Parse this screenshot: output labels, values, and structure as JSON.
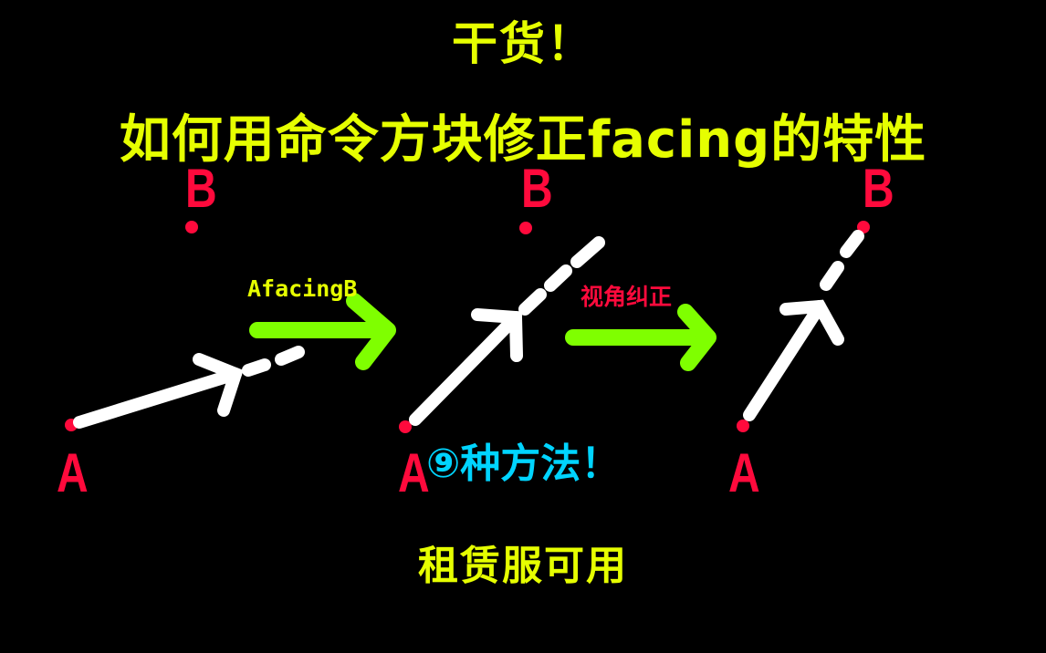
{
  "title": {
    "line1": "干货！",
    "line2": "如何用命令方块修正facing的特性"
  },
  "diagram": {
    "panels": [
      {
        "point_a": "A",
        "point_b": "B"
      },
      {
        "point_a": "A",
        "point_b": "B"
      },
      {
        "point_a": "A",
        "point_b": "B"
      }
    ],
    "transitions": [
      {
        "label": "AfacingB"
      },
      {
        "label": "视角纠正"
      }
    ]
  },
  "callout": "⑨种方法！",
  "footer": "租赁服可用",
  "colors": {
    "background": "#000000",
    "title": "#e6ff00",
    "points": "#ff0a3c",
    "transition_arrow": "#7fff00",
    "facing_arrow": "#ffffff",
    "callout": "#00d4ff"
  }
}
